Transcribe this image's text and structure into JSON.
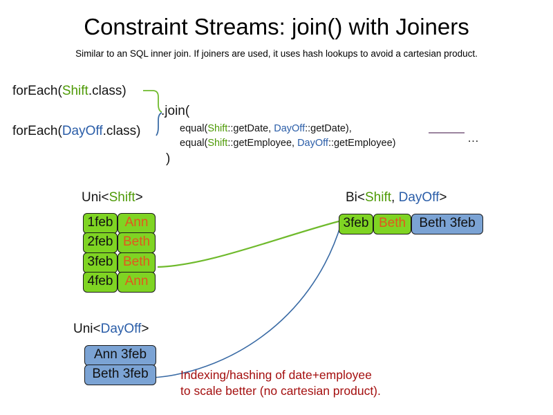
{
  "header": {
    "title": "Constraint Streams: join() with Joiners",
    "subtitle": "Similar to an SQL inner join. If joiners are used, it uses hash lookups to avoid a cartesian product."
  },
  "code": {
    "foreach_shift": {
      "prefix": "forEach(",
      "type": "Shift",
      "suffix": ".class)"
    },
    "foreach_dayoff": {
      "prefix": "forEach(",
      "type": "DayOff",
      "suffix": ".class)"
    },
    "join_open": ".join(",
    "join_close": ")",
    "joiners": [
      {
        "fn": "equal(",
        "left_type": "Shift",
        "left_method": "::getDate, ",
        "right_type": "DayOff",
        "right_method": "::getDate),"
      },
      {
        "fn": "equal(",
        "left_type": "Shift",
        "left_method": "::getEmployee, ",
        "right_type": "DayOff",
        "right_method": "::getEmployee)"
      }
    ],
    "ellipsis": "…"
  },
  "streams": {
    "uni_shift": {
      "label_prefix": "Uni<",
      "label_type": "Shift",
      "label_suffix": ">",
      "rows": [
        {
          "date": "1feb",
          "employee": "Ann"
        },
        {
          "date": "2feb",
          "employee": "Beth"
        },
        {
          "date": "3feb",
          "employee": "Beth"
        },
        {
          "date": "4feb",
          "employee": "Ann"
        }
      ]
    },
    "uni_dayoff": {
      "label_prefix": "Uni<",
      "label_type": "DayOff",
      "label_suffix": ">",
      "rows": [
        {
          "pair": "Ann 3feb"
        },
        {
          "pair": "Beth 3feb"
        }
      ]
    },
    "bi": {
      "label_prefix": "Bi<",
      "label_type_a": "Shift",
      "label_sep": ", ",
      "label_type_b": "DayOff",
      "label_suffix": ">",
      "row": {
        "date": "3feb",
        "employee": "Beth",
        "pair": "Beth 3feb"
      }
    }
  },
  "annotation": {
    "line1": "Indexing/hashing of date+employee",
    "line2": "to scale better (no cartesian product)."
  },
  "colors": {
    "shift_green": "#4E9A06",
    "dayoff_blue": "#2A5DA8",
    "box_green": "#7FD423",
    "box_blue": "#7BA3D4",
    "employee_orange": "#E2571E",
    "annotation_red": "#A40F0F",
    "connector_green": "#6FBA2C",
    "connector_blue": "#3A6BA5",
    "rule_purple": "#7A5C7E"
  }
}
